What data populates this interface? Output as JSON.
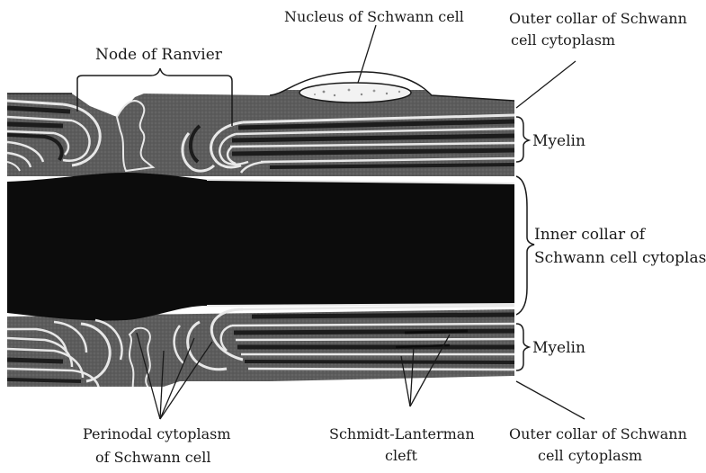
{
  "labels": {
    "nucleus": "Nucleus of Schwann cell",
    "outer_collar_top_1": "Outer collar of Schwann",
    "outer_collar_top_2": "cell cytoplasm",
    "node": "Node of Ranvier",
    "myelin_top": "Myelin",
    "inner_collar_1": "Inner collar of",
    "inner_collar_2": "Schwann cell cytoplasm",
    "myelin_bottom": "Myelin",
    "perinodal_1": "Perinodal cytoplasm",
    "perinodal_2": "of Schwann cell",
    "schmidt_1": "Schmidt-Lanterman",
    "schmidt_2": "cleft",
    "outer_collar_bottom_1": "Outer collar of Schwann",
    "outer_collar_bottom_2": "cell cytoplasm"
  },
  "colors": {
    "axon": "#0c0c0c",
    "cytoplasm": "#5a5a5a",
    "myelin_dark": "#1c1c1c",
    "myelin_light": "#e8e8e8",
    "nucleus": "#f2f2f2",
    "line": "#1a1a1a"
  }
}
